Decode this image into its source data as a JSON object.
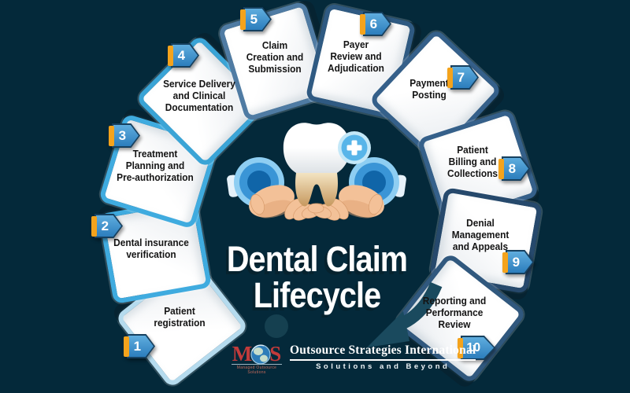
{
  "title": {
    "line1": "Dental Claim",
    "line2": "Lifecycle"
  },
  "center_icon": "tooth-held-by-hands-with-medical-cross",
  "steps": [
    {
      "num": "1",
      "label": "Patient\nregistration"
    },
    {
      "num": "2",
      "label": "Dental insurance\nverification"
    },
    {
      "num": "3",
      "label": "Treatment\nPlanning and\nPre-authorization"
    },
    {
      "num": "4",
      "label": "Service Delivery\nand Clinical\nDocumentation"
    },
    {
      "num": "5",
      "label": "Claim\nCreation and\nSubmission"
    },
    {
      "num": "6",
      "label": "Payer\nReview and\nAdjudication"
    },
    {
      "num": "7",
      "label": "Payment\nPosting"
    },
    {
      "num": "8",
      "label": "Patient\nBilling and\nCollections"
    },
    {
      "num": "9",
      "label": "Denial\nManagement\nand Appeals"
    },
    {
      "num": "10",
      "label": "Reporting and\nPerformance\nReview"
    }
  ],
  "footer_logo": {
    "abbr_m": "M",
    "abbr_s": "S",
    "abbr_sub": "Managed Outsource Solutions",
    "company": "Outsource Strategies International",
    "tagline": "Solutions and Beyond"
  },
  "colors": {
    "background": "#04293a",
    "segment_pale_blue": "#b5dbee",
    "segment_sky_blue": "#3fabdf",
    "segment_steel_blue": "#4f7ba3",
    "segment_navy": "#2f5a82",
    "badge_blue": "#3e96cf",
    "badge_orange": "#f4a31c",
    "title_white": "#ffffff",
    "logo_red": "#c23b3b",
    "arrow_teal": "#1a4a5e"
  }
}
